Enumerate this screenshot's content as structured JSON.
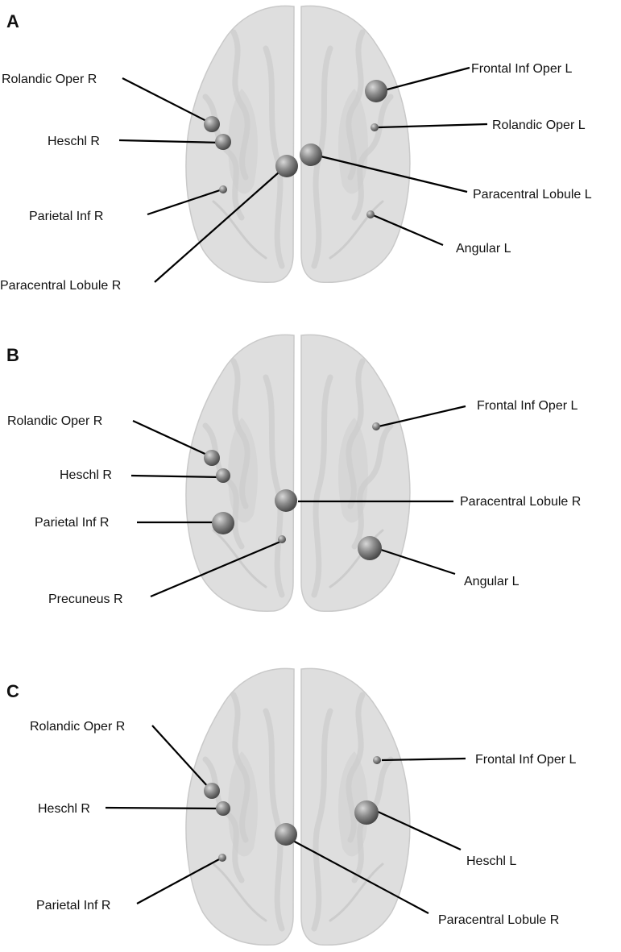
{
  "panels": [
    {
      "letter": "A",
      "nodes": [
        {
          "label": "Frontal Inf Oper L",
          "size": 3
        },
        {
          "label": "Rolandic Oper L",
          "size": 1
        },
        {
          "label": "Paracentral Lobule L",
          "size": 3
        },
        {
          "label": "Angular L",
          "size": 1
        },
        {
          "label": "Rolandic Oper R",
          "size": 2
        },
        {
          "label": "Heschl R",
          "size": 2
        },
        {
          "label": "Parietal Inf R",
          "size": 1
        },
        {
          "label": "Paracentral Lobule R",
          "size": 3
        }
      ]
    },
    {
      "letter": "B",
      "nodes": [
        {
          "label": "Frontal Inf Oper L",
          "size": 1
        },
        {
          "label": "Paracentral Lobule R",
          "size": 3
        },
        {
          "label": "Angular L",
          "size": 3
        },
        {
          "label": "Rolandic Oper R",
          "size": 2
        },
        {
          "label": "Heschl R",
          "size": 2
        },
        {
          "label": "Parietal Inf R",
          "size": 3
        },
        {
          "label": "Precuneus R",
          "size": 1
        }
      ]
    },
    {
      "letter": "C",
      "nodes": [
        {
          "label": "Frontal Inf Oper L",
          "size": 1
        },
        {
          "label": "Heschl L",
          "size": 3
        },
        {
          "label": "Rolandic Oper R",
          "size": 2
        },
        {
          "label": "Heschl R",
          "size": 2
        },
        {
          "label": "Parietal Inf R",
          "size": 1
        },
        {
          "label": "Paracentral Lobule R",
          "size": 3
        }
      ]
    }
  ],
  "colors": {
    "brain_fill": "#dedede",
    "node_light": "#cfcfcf",
    "node_dark": "#4a4a4a",
    "line": "#000000",
    "text": "#111111"
  }
}
